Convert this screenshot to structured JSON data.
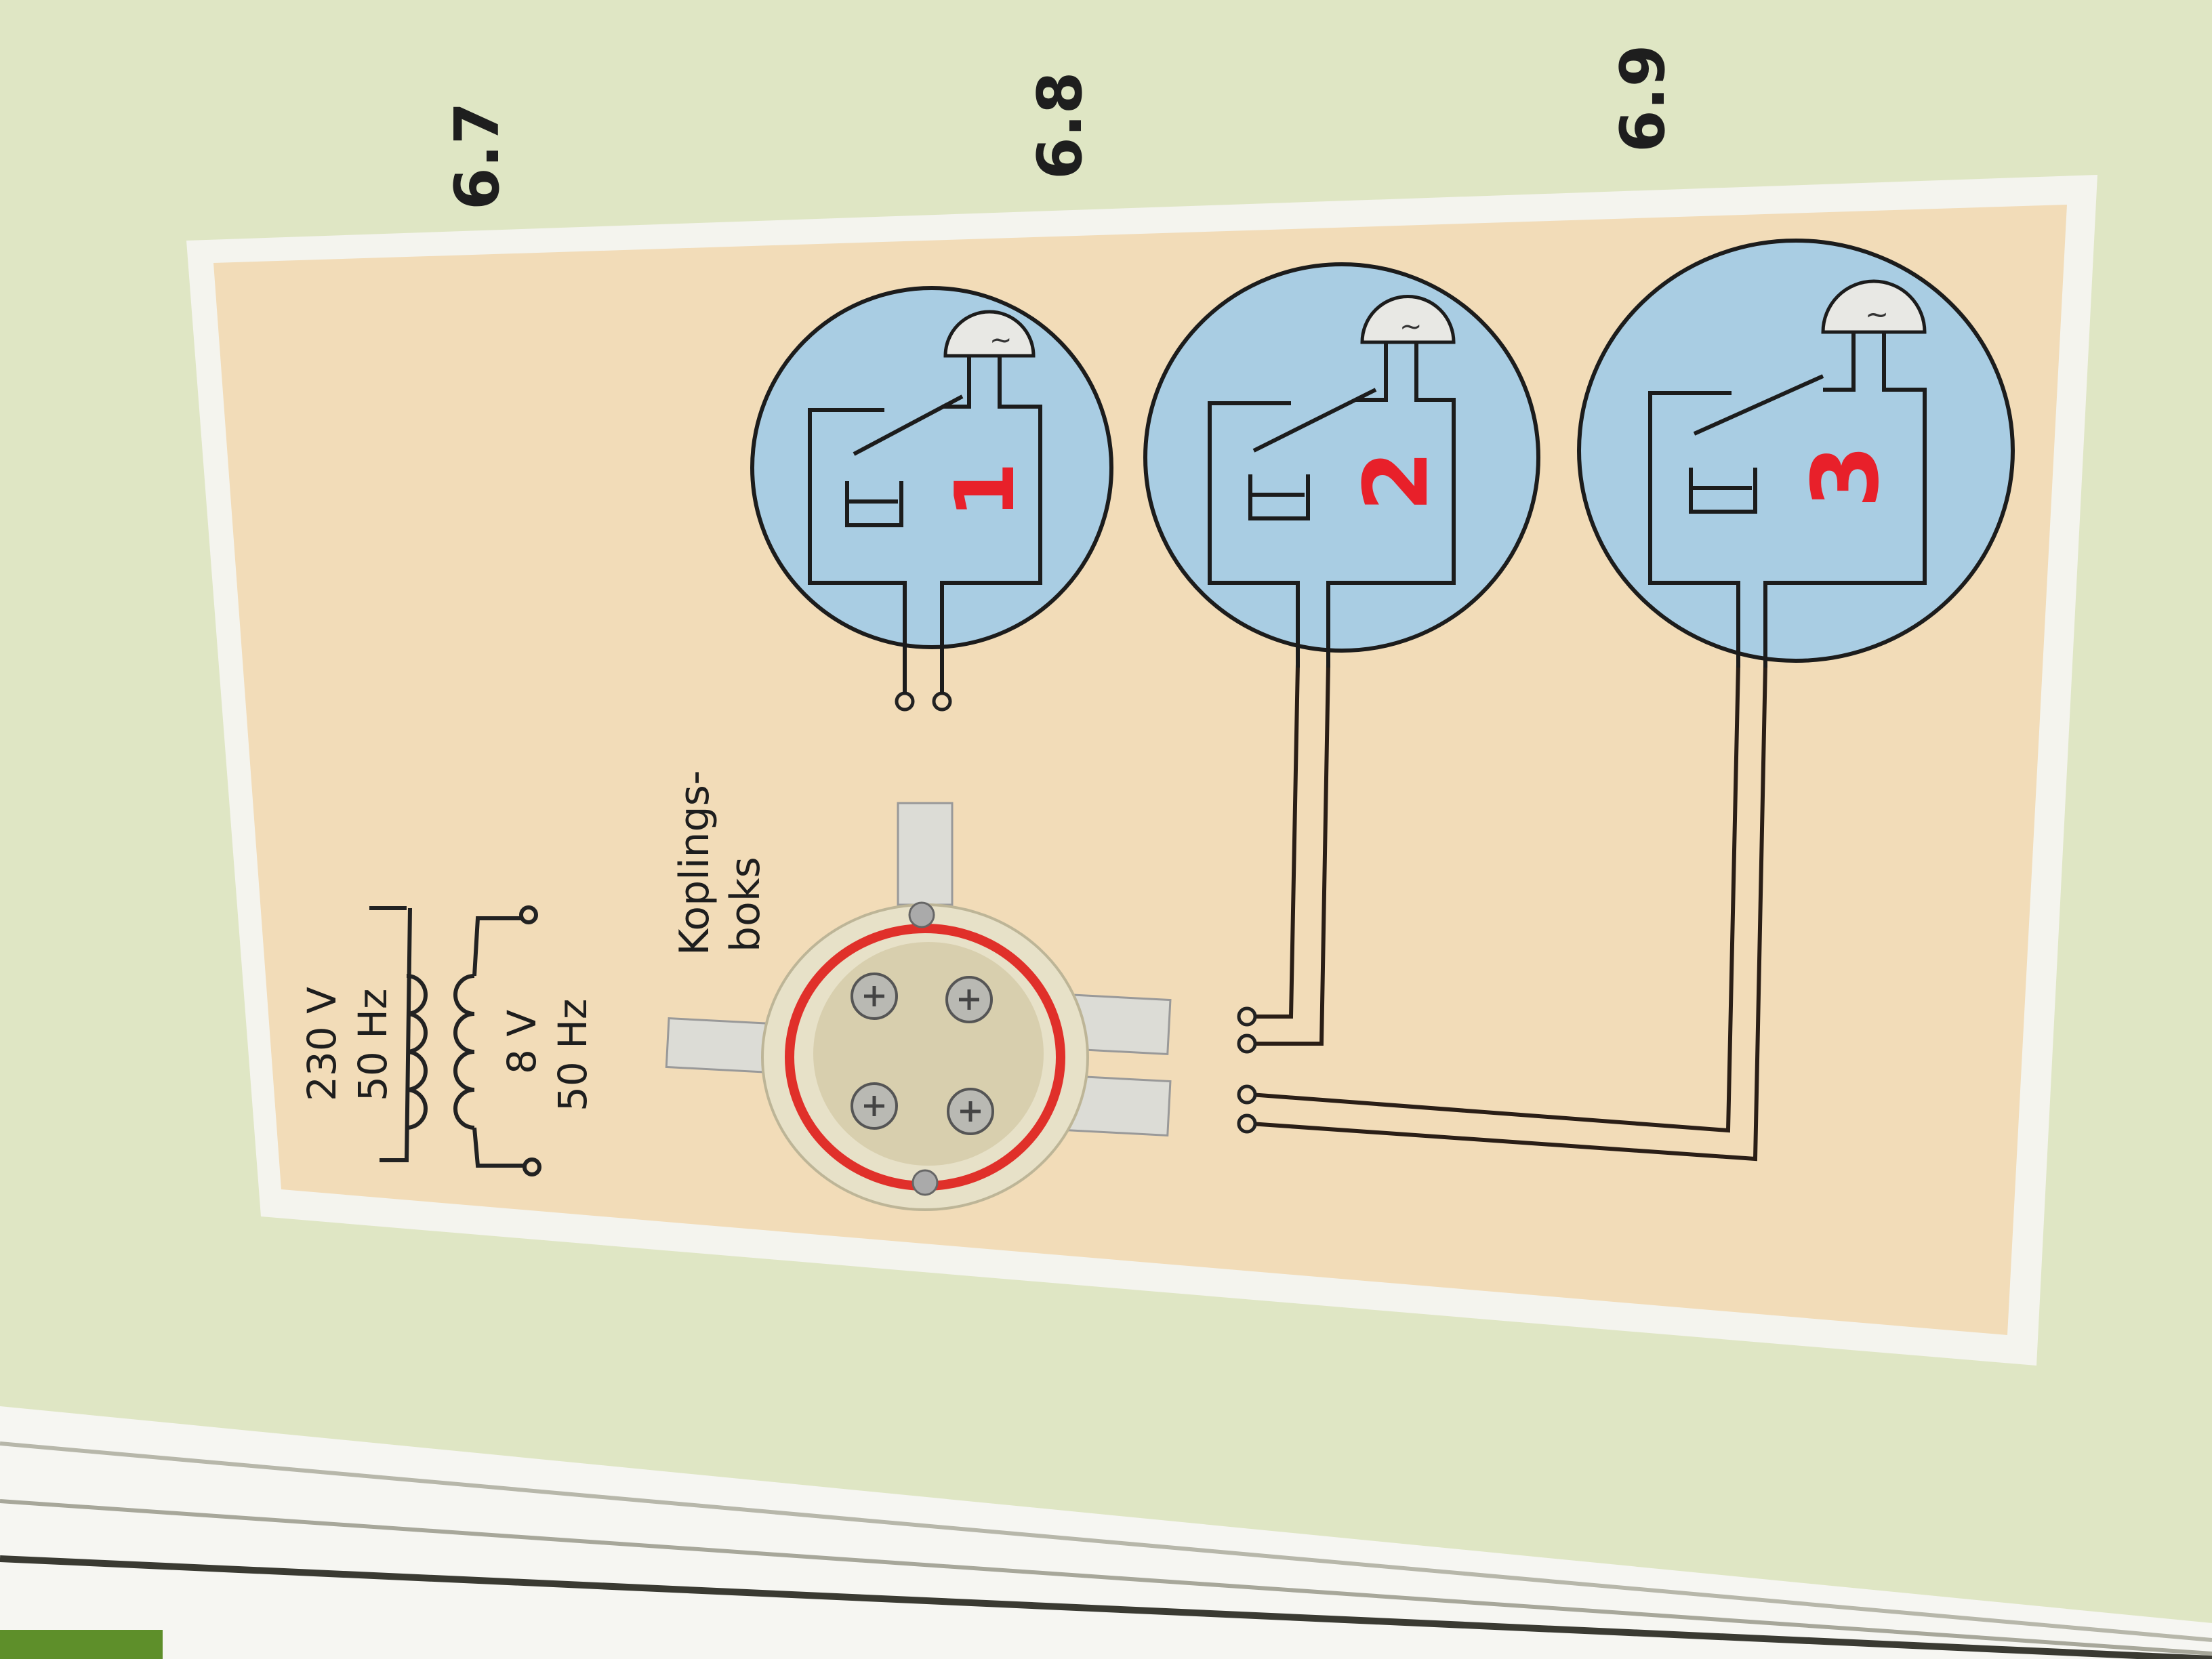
{
  "figure_numbers": [
    "6.7",
    "6.8",
    "6.9"
  ],
  "transformer": {
    "primary_voltage": "230 V",
    "primary_frequency": "50 Hz",
    "secondary_voltage": "8 V",
    "secondary_frequency": "50 Hz"
  },
  "junction_box": {
    "label_line1": "Koplings-",
    "label_line2": "boks"
  },
  "doorbells": [
    {
      "number": "1",
      "symbol": "~"
    },
    {
      "number": "2",
      "symbol": "~"
    },
    {
      "number": "3",
      "symbol": "~"
    }
  ],
  "colors": {
    "page": "#dfe6c4",
    "panel": "#f2dcb8",
    "panel_border": "#f4f4ee",
    "bell_circle": "#a9cde3",
    "number_red": "#e8202a",
    "box_ring": "#e0302a"
  }
}
